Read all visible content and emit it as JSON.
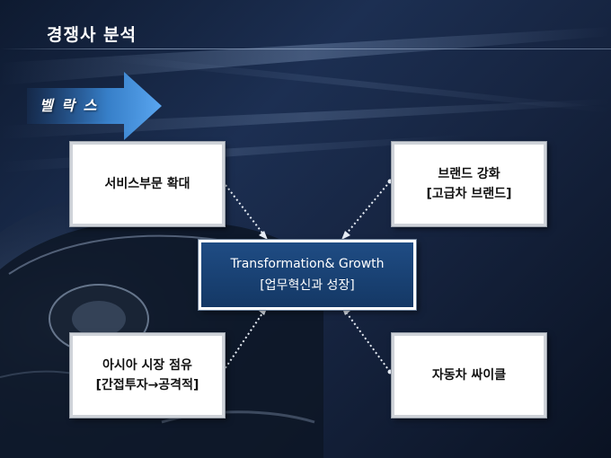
{
  "slide": {
    "title": "경쟁사 분석",
    "arrow_label": "벨 락 스"
  },
  "center": {
    "line1": "Transformation& Growth",
    "line2": "[업무혁신과 성장]"
  },
  "boxes": {
    "top_left": {
      "line1": "서비스부문 확대"
    },
    "top_right": {
      "line1": "브랜드 강화",
      "line2": "[고급차 브랜드]"
    },
    "bottom_left": {
      "line1": "아시아 시장 점유",
      "line2": "[간접투자→공격적]"
    },
    "bottom_right": {
      "line1": "자동차 싸이클"
    }
  },
  "colors": {
    "background": "#16243f",
    "center_box": "#1a4275",
    "arrow": "#3d8fe0",
    "connector": "#e6ecf5"
  }
}
